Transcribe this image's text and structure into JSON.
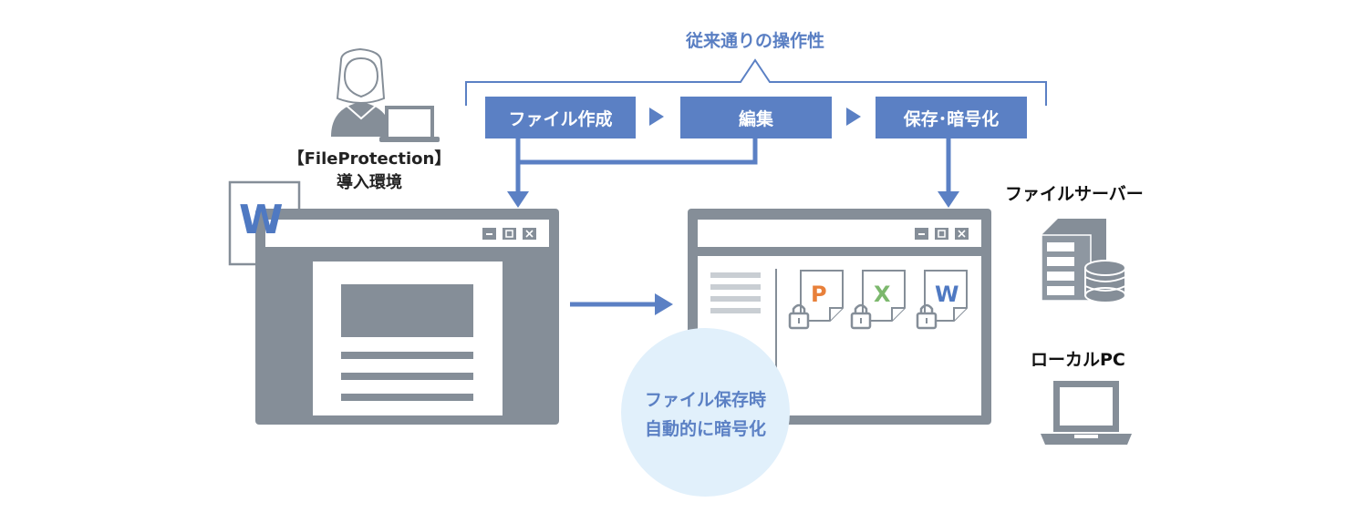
{
  "flow": {
    "title": "従来通りの操作性",
    "steps": [
      "ファイル作成",
      "編集",
      "保存･暗号化"
    ]
  },
  "environment": {
    "line1": "【FileProtection】",
    "line2": "導入環境"
  },
  "bubble": {
    "line1": "ファイル保存時",
    "line2": "自動的に暗号化"
  },
  "destinations": {
    "server_label": "ファイルサーバー",
    "pc_label": "ローカルPC"
  },
  "icons": {
    "word_letter": "W",
    "ppt_letter": "P",
    "excel_letter": "X",
    "word_small_letter": "W"
  },
  "colors": {
    "accent": "#5b80c4",
    "window": "#858e98",
    "ppt": "#e8803a",
    "excel": "#7cb86d",
    "bubble": "#e1f0fb"
  }
}
